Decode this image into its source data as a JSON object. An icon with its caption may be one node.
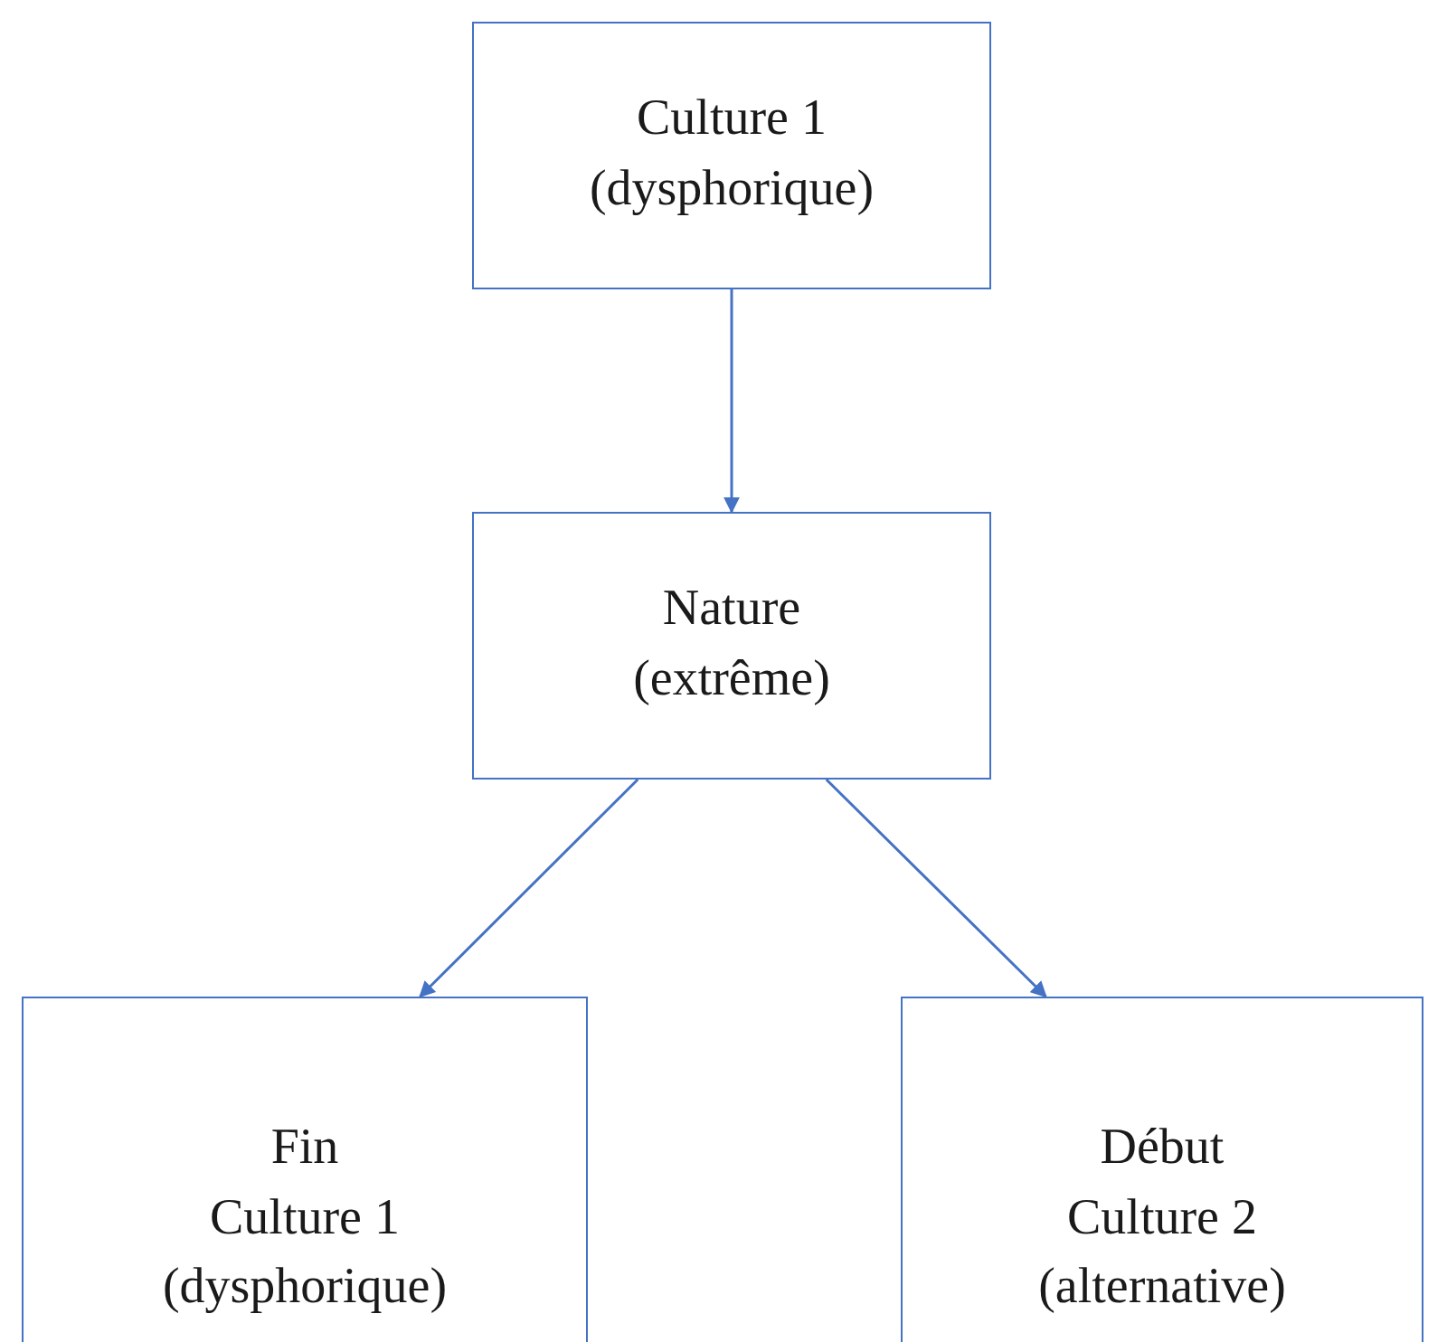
{
  "diagram": {
    "nodes": [
      {
        "text": [
          "Culture 1",
          "(dysphorique)"
        ]
      },
      {
        "text": [
          "Nature",
          "(extrême)"
        ]
      },
      {
        "text": [
          "Fin",
          "Culture 1",
          "(dysphorique)"
        ]
      },
      {
        "text": [
          "Début",
          "Culture 2",
          "(alternative)"
        ]
      }
    ],
    "edges": [
      {
        "from": 0,
        "to": 1,
        "arrow": "to"
      },
      {
        "from": 1,
        "to": 2,
        "arrow": "to"
      },
      {
        "from": 1,
        "to": 3,
        "arrow": "to"
      }
    ]
  }
}
